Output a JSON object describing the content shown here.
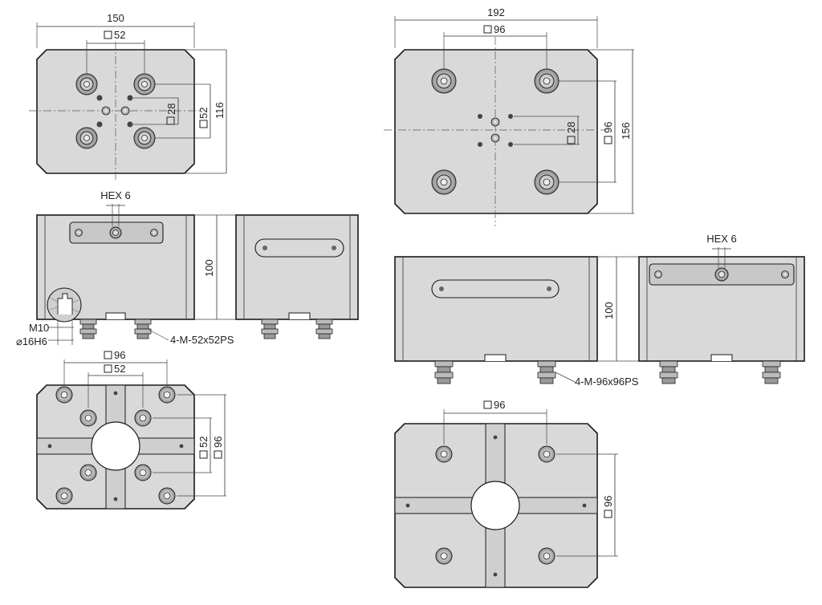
{
  "drawing_small": {
    "top_view": {
      "width_label": "150",
      "pattern_label": "52",
      "inner_label": "28",
      "square_label": "52",
      "height_label": "116"
    },
    "side_view": {
      "hex_label": "HEX 6",
      "height_label": "100",
      "thread_label": "M10",
      "bore_label": "⌀16H6",
      "pins_label": "4-M-52x52PS"
    },
    "bottom_view": {
      "outer_label": "96",
      "inner_label": "52",
      "v_inner_label": "52",
      "v_outer_label": "96"
    }
  },
  "drawing_large": {
    "top_view": {
      "width_label": "192",
      "pattern_label": "96",
      "inner_label": "28",
      "square_label": "96",
      "height_label": "156"
    },
    "side_view": {
      "hex_label": "HEX 6",
      "height_label": "100",
      "pins_label": "4-M-96x96PS"
    },
    "bottom_view": {
      "top_label": "96",
      "side_label": "96"
    }
  }
}
